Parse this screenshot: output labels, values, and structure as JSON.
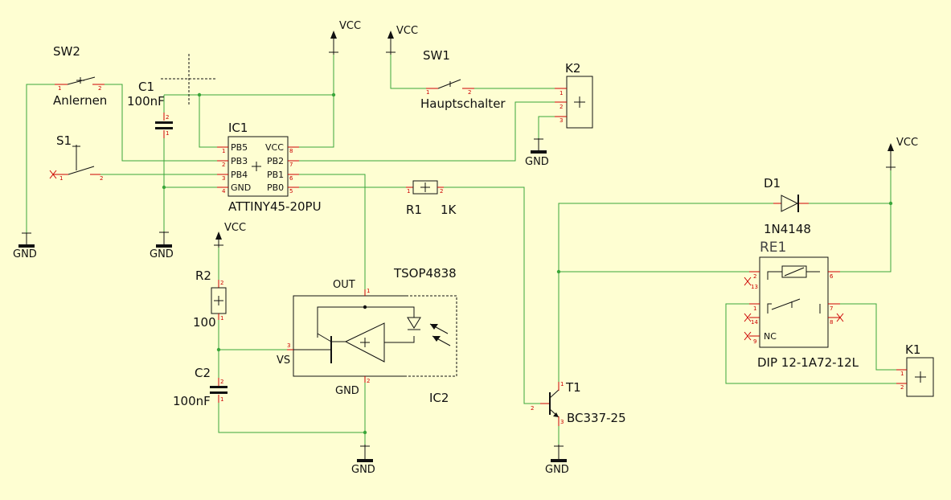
{
  "colors": {
    "background": "#fefed2",
    "wire": "#3aa63a",
    "symbol": "#111111",
    "pin": "#cc0000"
  },
  "power": {
    "vcc": "VCC",
    "gnd": "GND"
  },
  "components": {
    "sw2": {
      "ref": "SW2",
      "value": "Anlernen"
    },
    "c1": {
      "ref": "C1",
      "value": "100nF"
    },
    "ic1": {
      "ref": "IC1",
      "value": "ATTINY45-20PU",
      "pins_left": [
        "PB5",
        "PB3",
        "PB4",
        "GND"
      ],
      "pins_right": [
        "VCC",
        "PB2",
        "PB1",
        "PB0"
      ]
    },
    "sw1": {
      "ref": "SW1",
      "value": "Hauptschalter"
    },
    "k2": {
      "ref": "K2"
    },
    "s1": {
      "ref": "S1"
    },
    "r1": {
      "ref": "R1",
      "value": "1K"
    },
    "d1": {
      "ref": "D1",
      "value": "1N4148"
    },
    "re1": {
      "ref": "RE1",
      "value": "DIP 12-1A72-12L",
      "pin_nc": "NC"
    },
    "r2": {
      "ref": "R2",
      "value": "100"
    },
    "tsop": {
      "value": "TSOP4838",
      "ref": "IC2",
      "pin_out": "OUT",
      "pin_vs": "VS",
      "pin_gnd": "GND"
    },
    "c2": {
      "ref": "C2",
      "value": "100nF"
    },
    "t1": {
      "ref": "T1",
      "value": "BC337-25"
    },
    "k1": {
      "ref": "K1"
    }
  },
  "pin_numbers": {
    "p1": "1",
    "p2": "2",
    "p3": "3",
    "p4": "4",
    "p5": "5",
    "p6": "6",
    "p7": "7",
    "p8": "8",
    "p9": "9",
    "p13": "13",
    "p14": "14"
  }
}
